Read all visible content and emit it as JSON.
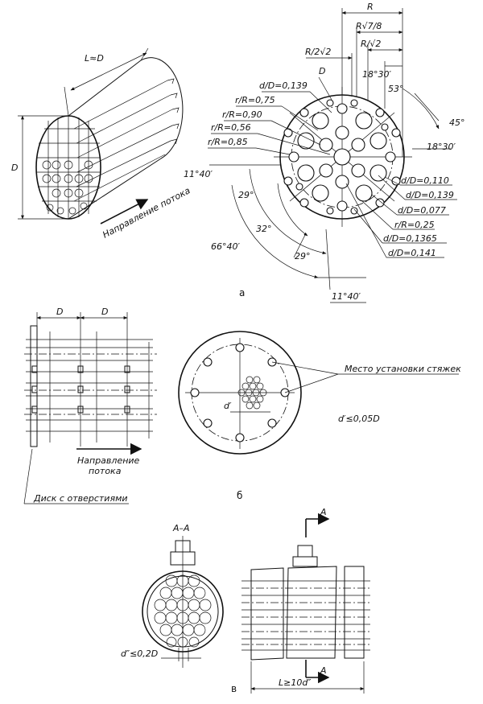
{
  "panel_a": {
    "caption": "а",
    "dims": {
      "L": "L≈D",
      "D_left": "D",
      "D_top": "D",
      "R": "R",
      "R78": "R√7/8",
      "R2": "R/√2",
      "R22": "R/2√2"
    },
    "flow": "Направление потока",
    "ratios": {
      "dD0139a": "d/D=0,139",
      "rR075": "r/R=0,75",
      "rR090": "r/R=0,90",
      "rR056": "r/R=0,56",
      "rR085": "r/R=0,85",
      "dD0110": "d/D=0,110",
      "dD0139b": "d/D=0,139",
      "dD0077": "d/D=0,077",
      "rR025": "r/R=0,25",
      "dD01365": "d/D=0,1365",
      "dD0141": "d/D=0,141"
    },
    "angles": {
      "a1830top": "18°30′",
      "a53": "53°",
      "a45": "45°",
      "a1830mid": "18°30′",
      "a1140left": "11°40′",
      "a29left": "29°",
      "a32": "32°",
      "a6640": "66°40′",
      "a29bottom": "29°",
      "a1140bottom": "11°40′"
    }
  },
  "panel_b": {
    "caption": "б",
    "D1": "D",
    "D2": "D",
    "flow": "Направление потока",
    "disk": "Диск с отверстиями",
    "tie": "Место установки стяжек",
    "dprime": "d′",
    "cond": "d′≤0,05D"
  },
  "panel_c": {
    "caption": "в",
    "section": "А–А",
    "arrow_top": "А",
    "arrow_bottom": "А",
    "cond": "d″≤0,2D",
    "length": "L≥10d″"
  }
}
